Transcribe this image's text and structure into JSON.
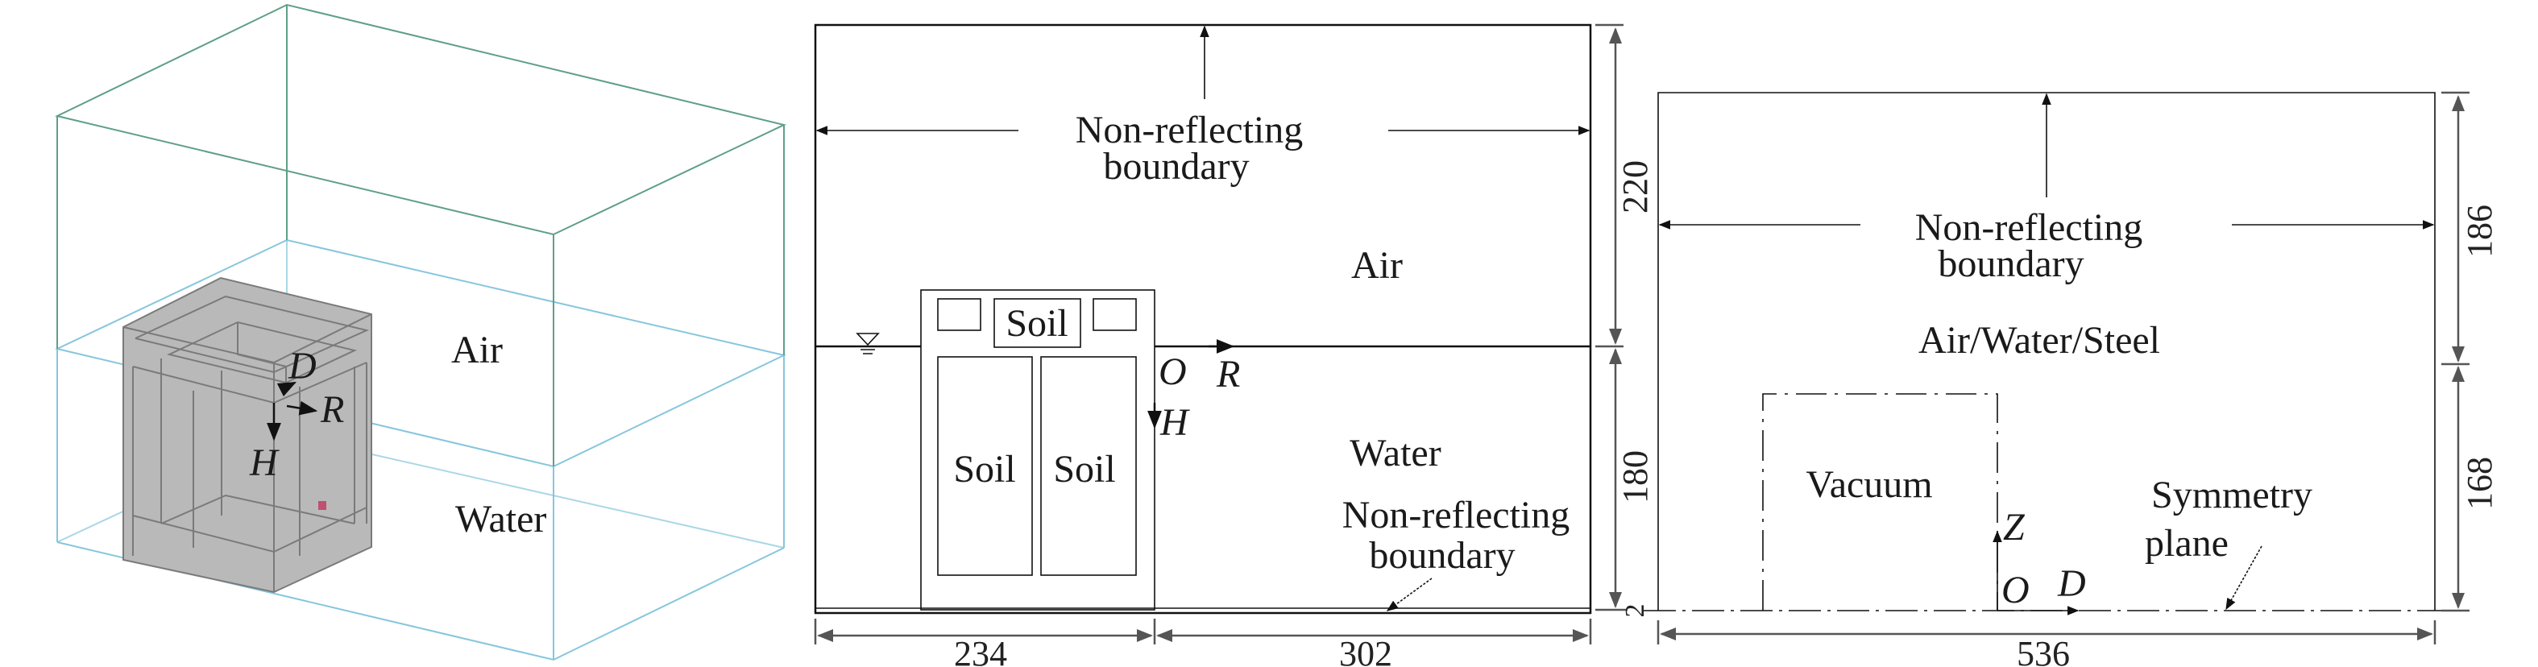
{
  "panel_3d": {
    "air_label": "Air",
    "water_label": "Water",
    "axis_d": "D",
    "axis_r": "R",
    "axis_h": "H",
    "colors": {
      "air_box": "#5f9f86",
      "water_box": "#86c6dc",
      "structure": "#b9b9b9"
    }
  },
  "panel_section": {
    "boundary_top_line1": "Non-reflecting",
    "boundary_top_line2": "boundary",
    "air_label": "Air",
    "water_label": "Water",
    "boundary_bottom_line1": "Non-reflecting",
    "boundary_bottom_line2": "boundary",
    "soil_top": "Soil",
    "soil_left": "Soil",
    "soil_right": "Soil",
    "origin": "O",
    "axis_r": "R",
    "axis_h": "H",
    "dim_air_height": "220",
    "dim_water_height": "180",
    "dim_bottom_layer": "2",
    "dim_left_width": "234",
    "dim_right_width": "302"
  },
  "panel_axisym": {
    "boundary_line1": "Non-reflecting",
    "boundary_line2": "boundary",
    "medium_label": "Air/Water/Steel",
    "vacuum_label": "Vacuum",
    "symmetry_line1": "Symmetry",
    "symmetry_line2": "plane",
    "axis_z": "Z",
    "origin": "O",
    "axis_d": "D",
    "dim_upper_height": "186",
    "dim_lower_height": "168",
    "dim_width": "536"
  }
}
